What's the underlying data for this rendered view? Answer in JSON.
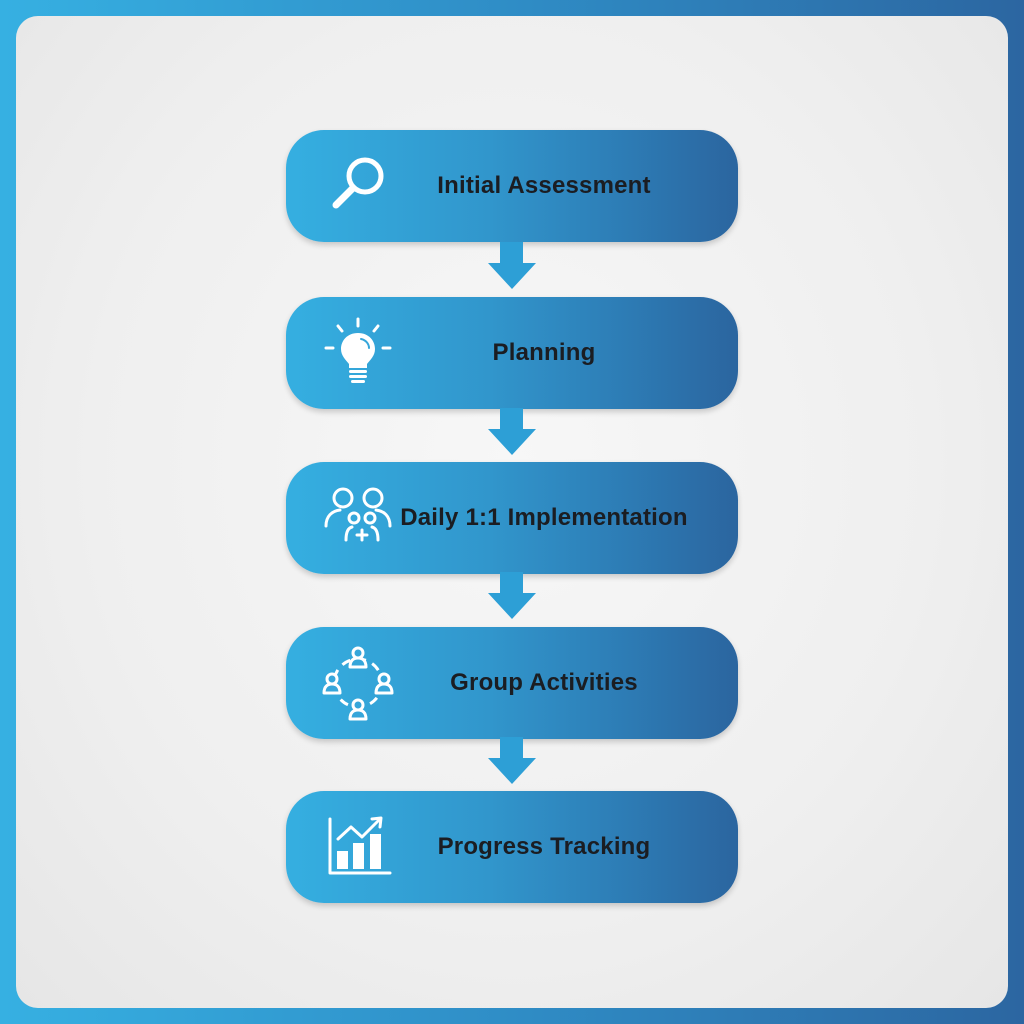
{
  "colors": {
    "frame_left": "#36b0e2",
    "frame_right": "#2c66a1",
    "card_bg": "#efefef",
    "step_left": "#35afe1",
    "step_right": "#2b659f",
    "arrow": "#2d9fd6",
    "text": "#1b1d22",
    "icon": "#ffffff"
  },
  "flow": {
    "steps": [
      {
        "label": "Initial Assessment",
        "icon": "magnifier-icon"
      },
      {
        "label": "Planning",
        "icon": "lightbulb-icon"
      },
      {
        "label": "Daily 1:1 Implementation",
        "icon": "people-support-icon"
      },
      {
        "label": "Group Activities",
        "icon": "group-circle-icon"
      },
      {
        "label": "Progress Tracking",
        "icon": "growth-chart-icon"
      }
    ],
    "connectors": [
      "down-arrow",
      "down-arrow",
      "down-arrow",
      "down-arrow"
    ]
  }
}
